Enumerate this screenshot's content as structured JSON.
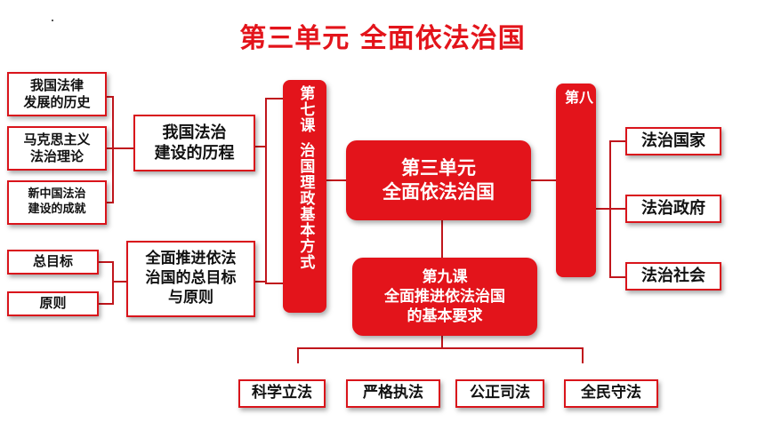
{
  "title": "第三单元   全面依法治国",
  "center": {
    "label": "第三单元\n全面依法治国"
  },
  "lesson7": {
    "heading": "第七课",
    "topic": "治国理政基本方式",
    "sections": [
      {
        "label": "我国法治\n建设的历程",
        "items": [
          "我国法律\n发展的历史",
          "马克思主义\n法治理论",
          "新中国法治\n建设的成就"
        ]
      },
      {
        "label": "全面推进依法\n治国的总目标\n与原则",
        "items": [
          "总目标",
          "原则"
        ]
      }
    ]
  },
  "lesson8": {
    "heading": "第八",
    "items": [
      "法治国家",
      "法治政府",
      "法治社会"
    ]
  },
  "lesson9": {
    "label": "第九课\n全面推进依法治国\n的基本要求",
    "items": [
      "科学立法",
      "严格执法",
      "公正司法",
      "全民守法"
    ]
  }
}
